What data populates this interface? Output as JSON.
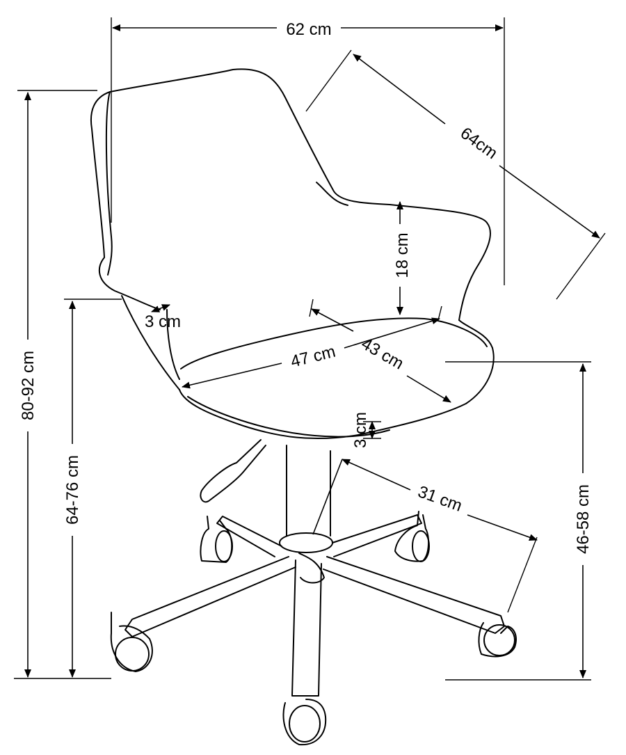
{
  "dimensions": {
    "total_width": "62 cm",
    "depth_diagonal": "64cm",
    "armrest_height": "18 cm",
    "backrest_thickness": "3 cm",
    "seat_width": "47 cm",
    "seat_depth": "43 cm",
    "seat_thickness": "3 cm",
    "base_radius": "31 cm",
    "total_height": "80-92 cm",
    "armrest_floor_height": "64-76 cm",
    "seat_height": "46-58 cm"
  },
  "colors": {
    "line": "#000000",
    "background": "#ffffff"
  }
}
